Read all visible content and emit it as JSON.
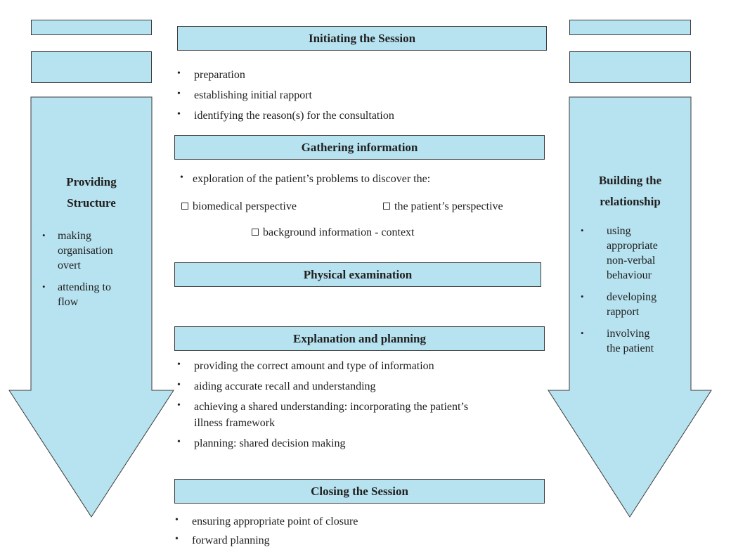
{
  "left_column": {
    "title_line1": "Providing",
    "title_line2": "Structure",
    "items": [
      {
        "line1": "making",
        "line2": "organisation",
        "line3": "overt"
      },
      {
        "line1": "attending to",
        "line2": "flow"
      }
    ]
  },
  "right_column": {
    "title_line1": "Building the",
    "title_line2": "relationship",
    "items": [
      {
        "line1": "using",
        "line2": "appropriate",
        "line3": "non-verbal",
        "line4": "behaviour"
      },
      {
        "line1": "developing",
        "line2": "rapport"
      },
      {
        "line1": "involving",
        "line2": "the patient"
      }
    ]
  },
  "sections": {
    "initiating": {
      "title": "Initiating the Session",
      "items": [
        "preparation",
        "establishing initial rapport",
        "identifying the reason(s) for the consultation"
      ]
    },
    "gathering": {
      "title": "Gathering information",
      "intro": "exploration of the patient’s problems to discover the:",
      "options": [
        "biomedical perspective",
        "the patient’s perspective",
        "background information - context"
      ]
    },
    "physical": {
      "title": "Physical examination"
    },
    "explanation": {
      "title": "Explanation and planning",
      "items": [
        "providing the correct amount and type of information",
        "aiding accurate recall and understanding",
        "achieving a shared understanding: incorporating the patient’s",
        "illness framework",
        "planning: shared decision making"
      ]
    },
    "closing": {
      "title": "Closing the Session",
      "items": [
        "ensuring appropriate point of closure",
        "forward planning"
      ]
    }
  },
  "colors": {
    "fill": "#b7e2ef",
    "border": "#3b3b3b"
  }
}
